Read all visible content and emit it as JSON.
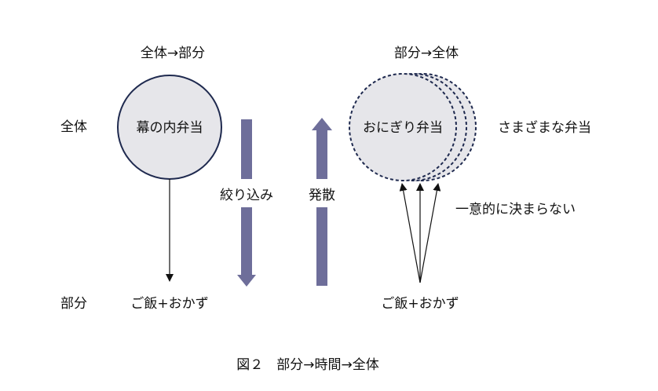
{
  "diagram": {
    "left_heading": "全体→部分",
    "right_heading": "部分→全体",
    "row_whole": "全体",
    "row_part": "部分",
    "left_circle_label": "幕の内弁当",
    "left_bottom_label": "ご飯+おかず",
    "narrow_label": "絞り込み",
    "diverge_label": "発散",
    "right_circle_label": "おにぎり弁当",
    "various_label": "さまざまな弁当",
    "not_unique_label": "一意的に決まらない",
    "right_bottom_label": "ご飯+おかず",
    "caption": "図２　部分→時間→全体"
  },
  "colors": {
    "circle_fill": "#e6e6ea",
    "circle_stroke": "#1f2a4f",
    "block_arrow": "#6e6e9a",
    "line": "#111111"
  }
}
